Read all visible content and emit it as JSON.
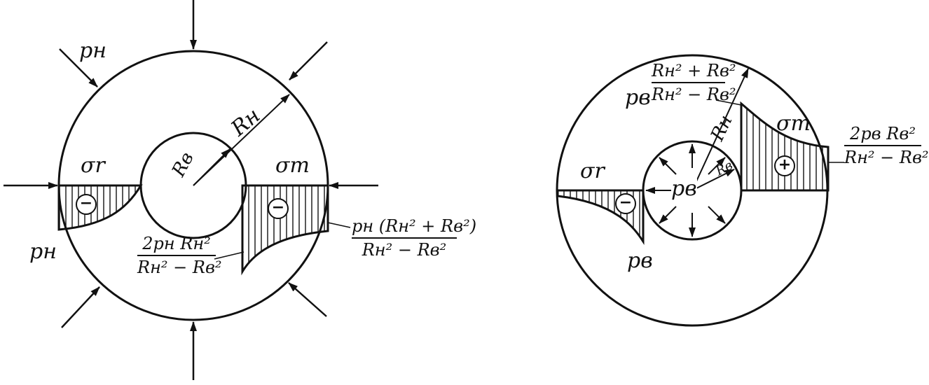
{
  "left_figure": {
    "pressure_label_top": "pн",
    "pressure_label_left": "pн",
    "outer_radius_label": "Rн",
    "inner_radius_label": "Rв",
    "radial_stress_label": "σr",
    "tangential_stress_label": "σт",
    "radial_sign": "−",
    "tangential_sign": "−",
    "inner_edge_formula": {
      "numerator": "2pн Rн²",
      "denominator": "Rн² − Rв²"
    },
    "outer_edge_formula": {
      "numerator": "pн (Rн² + Rв²)",
      "denominator": "Rн² − Rв²"
    }
  },
  "right_figure": {
    "inner_pressure_label_center": "pв",
    "inner_pressure_label_bottom": "pв",
    "outer_radius_label": "Rн",
    "inner_radius_label": "Rв",
    "radial_stress_label": "σr",
    "tangential_stress_label": "σт",
    "radial_sign": "−",
    "tangential_sign": "+",
    "inner_edge_formula": {
      "prefix": "pв",
      "numerator": "Rн² + Rв²",
      "denominator": "Rн² − Rв²"
    },
    "outer_edge_formula": {
      "numerator": "2pв Rв²",
      "denominator": "Rн² − Rв²"
    }
  }
}
